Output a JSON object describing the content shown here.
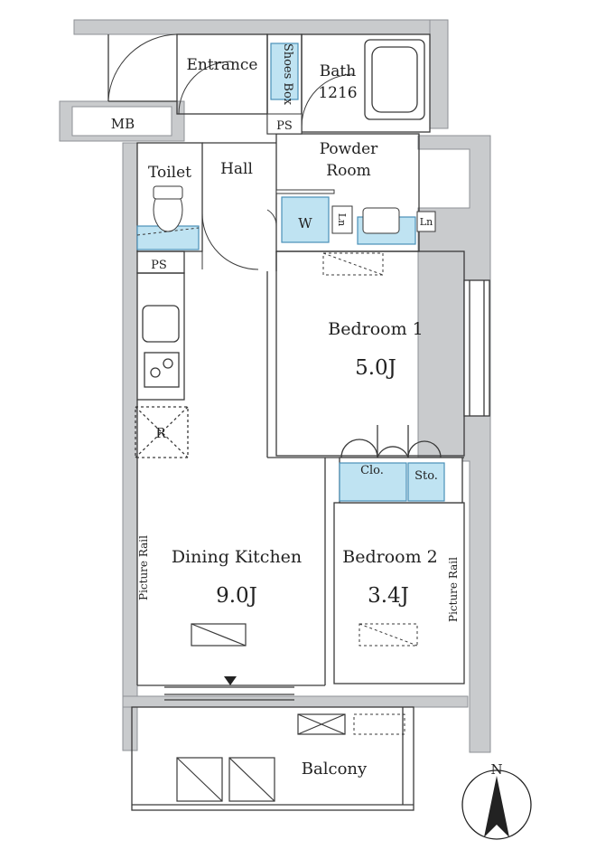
{
  "rooms": {
    "entrance": "Entrance",
    "mb": "MB",
    "shoes_box": "Shoes Box",
    "ps_entrance": "PS",
    "bath": "Bath",
    "bath_size": "1216",
    "toilet": "Toilet",
    "hall": "Hall",
    "powder_room_line1": "Powder",
    "powder_room_line2": "Room",
    "washer": "W",
    "linen_1": "Ln",
    "linen_2": "Ln",
    "ps_toilet": "PS",
    "bedroom1": "Bedroom 1",
    "bedroom1_size": "5.0J",
    "closet": "Clo.",
    "storage": "Sto.",
    "refrigerator": "R",
    "dining_kitchen": "Dining Kitchen",
    "dining_kitchen_size": "9.0J",
    "bedroom2": "Bedroom 2",
    "bedroom2_size": "3.4J",
    "picture_rail_left": "Picture Rail",
    "picture_rail_right": "Picture Rail",
    "balcony": "Balcony"
  },
  "compass": {
    "north": "N"
  },
  "colors": {
    "wall": "#c9cbcd",
    "wall_edge": "#8e9296",
    "line": "#3a3a3a",
    "fixture_fill": "#bfe3f2",
    "fixture_stroke": "#4a90b8"
  }
}
